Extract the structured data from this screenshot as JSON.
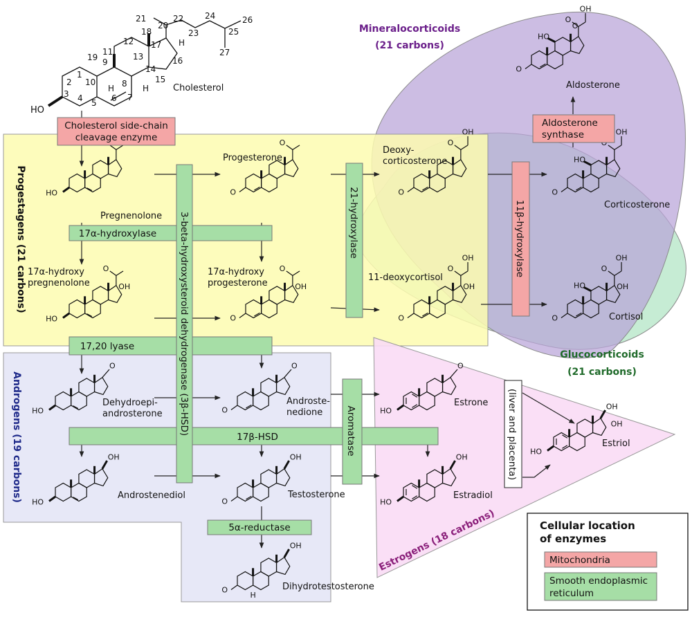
{
  "cholesterol": {
    "name": "Cholesterol",
    "atoms": [
      "1",
      "2",
      "3",
      "4",
      "5",
      "6",
      "7",
      "8",
      "9",
      "10",
      "11",
      "12",
      "13",
      "14",
      "15",
      "16",
      "17",
      "18",
      "19",
      "20",
      "21",
      "22",
      "23",
      "24",
      "25",
      "26",
      "27"
    ],
    "ho": "HO",
    "h": "H"
  },
  "regions": {
    "progestagens": "Progestagens (21 carbons)",
    "androgens": "Androgens (19 carbons)",
    "estrogens": "Estrogens (18 carbons)",
    "mineralocorticoids": [
      "Mineralocorticoids",
      "(21 carbons)"
    ],
    "glucocorticoids": [
      "Glucocorticoids",
      "(21 carbons)"
    ]
  },
  "enzymes": {
    "scc": [
      "Cholesterol side-chain",
      "cleavage enzyme"
    ],
    "hydroxylase17a": "17α-hydroxylase",
    "lyase1720": "17,20 lyase",
    "hsd3b": "3-beta-hydroxysteroid dehydrogenase (3β-HSD)",
    "hydroxylase21": "21-hydroxylase",
    "hydroxylase11b": "11β-hydroxylase",
    "aldosterone_synthase": [
      "Aldosterone",
      "synthase"
    ],
    "aromatase": "Aromatase",
    "hsd17b": "17β-HSD",
    "reductase5a": "5α-reductase",
    "liver_placenta": "(liver and placenta)"
  },
  "molecules": {
    "pregnenolone": "Pregnenolone",
    "progesterone": "Progesterone",
    "deoxycorticosterone": [
      "Deoxy-",
      "corticosterone"
    ],
    "corticosterone": "Corticosterone",
    "aldosterone": "Aldosterone",
    "hydroxypregnenolone": [
      "17α-hydroxy",
      "pregnenolone"
    ],
    "hydroxyprogesterone": [
      "17α-hydroxy",
      "progesterone"
    ],
    "deoxycortisol": "11-deoxycortisol",
    "cortisol": "Cortisol",
    "dhea": [
      "Dehydroepi-",
      "androsterone"
    ],
    "androstenedione": [
      "Androste-",
      "nedione"
    ],
    "estrone": "Estrone",
    "estriol": "Estriol",
    "androstenediol": "Androstenediol",
    "testosterone": "Testosterone",
    "estradiol": "Estradiol",
    "dht": "Dihydrotestosterone"
  },
  "atom_labels": {
    "o": "O",
    "oh": "OH",
    "ho": "HO",
    "h": "H"
  },
  "legend": {
    "title": [
      "Cellular location",
      "of enzymes"
    ],
    "mitochondria": "Mitochondria",
    "ser": [
      "Smooth endoplasmic",
      "reticulum"
    ]
  },
  "colors": {
    "mitochondria": "#f4a6a6",
    "ser": "#a6dea6",
    "progestagens_bg": "#fdfbb0",
    "androgens_bg": "#e6e7f7",
    "estrogens_bg": "#f9dcf5",
    "mineralo_bg": "#c9b3e2",
    "gluco_bg": "#b3e6c6",
    "mineralo_text": "#6b1f8a",
    "gluco_text": "#1f6a2a",
    "andro_text": "#1f2a8a",
    "estro_text": "#8a1f7a"
  }
}
